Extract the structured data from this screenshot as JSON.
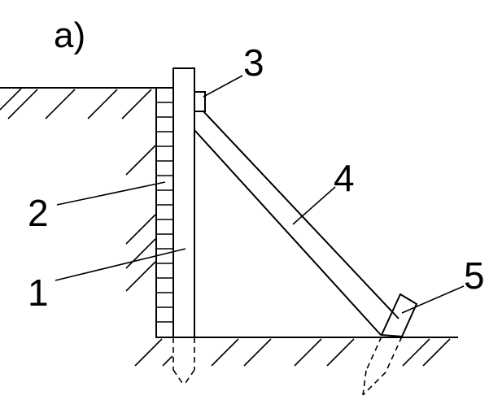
{
  "figure": {
    "panel_label": "a)",
    "callouts": [
      {
        "id": "c1",
        "text": "1"
      },
      {
        "id": "c2",
        "text": "2"
      },
      {
        "id": "c3",
        "text": "3"
      },
      {
        "id": "c4",
        "text": "4"
      },
      {
        "id": "c5",
        "text": "5"
      }
    ]
  }
}
